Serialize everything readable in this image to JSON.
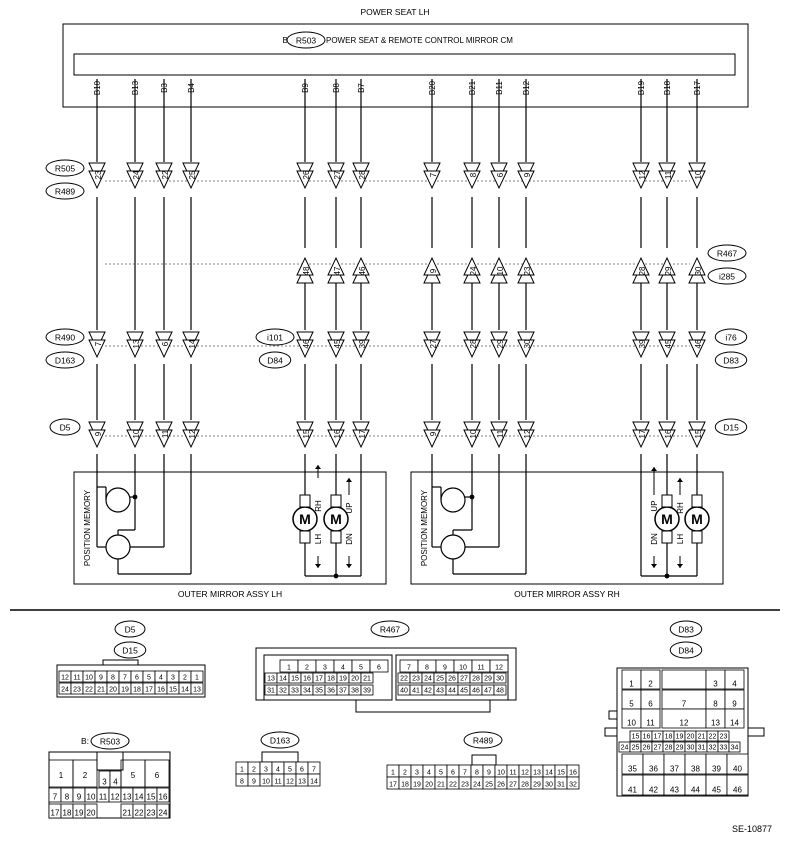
{
  "title": "POWER SEAT LH",
  "module": {
    "prefix": "B:",
    "connector": "R503",
    "name": "POWER SEAT & REMOTE CONTROL MIRROR CM"
  },
  "pins": [
    "B10",
    "B13",
    "B3",
    "B4",
    "B9",
    "B8",
    "B7",
    "B20",
    "B21",
    "B11",
    "B12",
    "B19",
    "B18",
    "B17"
  ],
  "connector_rows": [
    {
      "labels": [
        "R505",
        "R489"
      ],
      "right_labels": [],
      "pins": [
        "23",
        "24",
        "22",
        "25",
        "26",
        "27",
        "28",
        "7",
        "8",
        "6",
        "9",
        "12",
        "11",
        "10"
      ],
      "present": [
        true,
        true,
        true,
        true,
        true,
        true,
        true,
        true,
        true,
        true,
        true,
        true,
        true,
        true
      ]
    },
    {
      "labels": [],
      "right_labels": [
        "R467",
        "i285"
      ],
      "pins": [
        "",
        "",
        "",
        "",
        "48",
        "47",
        "46",
        "9",
        "24",
        "10",
        "23",
        "28",
        "29",
        "30"
      ],
      "present": [
        false,
        false,
        false,
        false,
        true,
        true,
        true,
        true,
        true,
        true,
        true,
        true,
        true,
        true
      ]
    },
    {
      "labels": [
        "R490",
        "D163"
      ],
      "mid_labels": [
        "i101",
        "D84"
      ],
      "right_labels": [
        "i76",
        "D83"
      ],
      "pins": [
        "7",
        "13",
        "6",
        "14",
        "46",
        "45",
        "39",
        "27",
        "28",
        "29",
        "30",
        "39",
        "45",
        "46"
      ],
      "present": [
        true,
        true,
        true,
        true,
        true,
        true,
        true,
        true,
        true,
        true,
        true,
        true,
        true,
        true
      ]
    },
    {
      "labels": [
        "D5"
      ],
      "right_labels": [
        "D15"
      ],
      "pins": [
        "9",
        "10",
        "11",
        "12",
        "15",
        "16",
        "17",
        "9",
        "10",
        "11",
        "12",
        "17",
        "16",
        "15"
      ],
      "present": [
        true,
        true,
        true,
        true,
        true,
        true,
        true,
        true,
        true,
        true,
        true,
        true,
        true,
        true
      ]
    }
  ],
  "mirror_lh": {
    "name": "OUTER MIRROR ASSY LH",
    "memory": "POSITION MEMORY",
    "motor": "M",
    "dir_labels": [
      "RH",
      "UP",
      "LH",
      "DN"
    ]
  },
  "mirror_rh": {
    "name": "OUTER MIRROR ASSY RH",
    "memory": "POSITION MEMORY",
    "motor": "M",
    "dir_labels": [
      "UP",
      "RH",
      "DN",
      "LH"
    ]
  },
  "legend": {
    "d5": {
      "labels": [
        "D5",
        "D15"
      ],
      "row1": [
        "12",
        "11",
        "10",
        "9",
        "8",
        "7",
        "6",
        "5",
        "4",
        "3",
        "2",
        "1"
      ],
      "row2": [
        "24",
        "23",
        "22",
        "21",
        "20",
        "19",
        "18",
        "17",
        "16",
        "15",
        "14",
        "13"
      ]
    },
    "r467": {
      "label": "R467",
      "left_row1": [
        "1",
        "2",
        "3",
        "4",
        "5",
        "6"
      ],
      "left_row2": [
        "13",
        "14",
        "15",
        "16",
        "17",
        "18",
        "19",
        "20",
        "21"
      ],
      "left_row3": [
        "31",
        "32",
        "33",
        "34",
        "35",
        "36",
        "37",
        "38",
        "39"
      ],
      "right_row1": [
        "7",
        "8",
        "9",
        "10",
        "11",
        "12"
      ],
      "right_row2": [
        "22",
        "23",
        "24",
        "25",
        "26",
        "27",
        "28",
        "29",
        "30"
      ],
      "right_row3": [
        "40",
        "41",
        "42",
        "43",
        "44",
        "45",
        "46",
        "47",
        "48"
      ]
    },
    "d83": {
      "labels": [
        "D83",
        "D84"
      ],
      "rows": [
        [
          "1",
          "2",
          "",
          "3",
          "4"
        ],
        [
          "5",
          "6",
          "7",
          "8",
          "9"
        ],
        [
          "10",
          "11",
          "12",
          "13",
          "14"
        ],
        [
          "15",
          "16",
          "17",
          "18",
          "19",
          "20",
          "21",
          "22",
          "23"
        ],
        [
          "24",
          "25",
          "26",
          "27",
          "28",
          "29",
          "30",
          "31",
          "32",
          "33",
          "34"
        ],
        [
          "35",
          "36",
          "37",
          "38",
          "39",
          "40"
        ],
        [
          "41",
          "42",
          "43",
          "44",
          "45",
          "46"
        ]
      ]
    },
    "r503": {
      "prefix": "B:",
      "label": "R503",
      "top": [
        "1",
        "2",
        "3",
        "4",
        "5",
        "6"
      ],
      "row3": [
        "7",
        "8",
        "9",
        "10",
        "11",
        "12",
        "13",
        "14",
        "15",
        "16"
      ],
      "row4": [
        "17",
        "18",
        "19",
        "20",
        "21",
        "22",
        "23",
        "24"
      ]
    },
    "d163": {
      "label": "D163",
      "row1": [
        "1",
        "2",
        "3",
        "4",
        "5",
        "6",
        "7"
      ],
      "row2": [
        "8",
        "9",
        "10",
        "11",
        "12",
        "13",
        "14"
      ]
    },
    "r489": {
      "label": "R489",
      "row1": [
        "1",
        "2",
        "3",
        "4",
        "5",
        "6",
        "7",
        "8",
        "9",
        "10",
        "11",
        "12",
        "13",
        "14",
        "15",
        "16"
      ],
      "row2": [
        "17",
        "18",
        "19",
        "20",
        "21",
        "22",
        "23",
        "24",
        "25",
        "26",
        "27",
        "28",
        "29",
        "30",
        "31",
        "32"
      ]
    }
  },
  "figure_code": "SE-10877"
}
